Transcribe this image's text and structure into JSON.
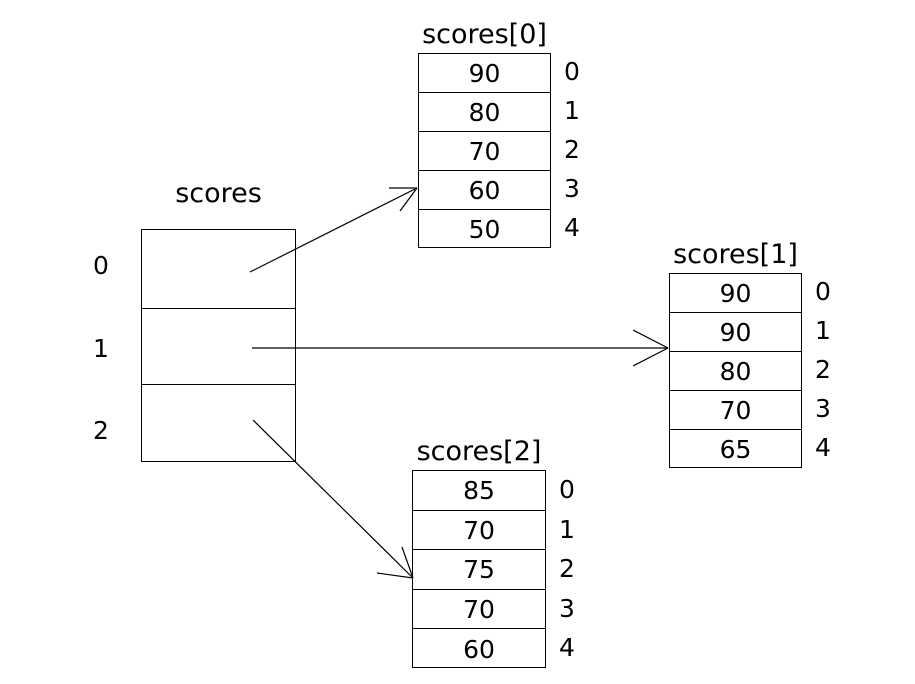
{
  "diagram": {
    "type": "array-of-arrays-pointer-diagram",
    "background_color": "#ffffff",
    "line_color": "#000000",
    "text_color": "#000000"
  },
  "pointer_array": {
    "title": "scores",
    "cell_count": 3,
    "index_labels": [
      "0",
      "1",
      "2"
    ],
    "cells": [
      "",
      "",
      ""
    ]
  },
  "arrays": [
    {
      "title": "scores[0]",
      "values": [
        "90",
        "80",
        "70",
        "60",
        "50"
      ],
      "index_labels": [
        "0",
        "1",
        "2",
        "3",
        "4"
      ]
    },
    {
      "title": "scores[1]",
      "values": [
        "90",
        "90",
        "80",
        "70",
        "65"
      ],
      "index_labels": [
        "0",
        "1",
        "2",
        "3",
        "4"
      ]
    },
    {
      "title": "scores[2]",
      "values": [
        "85",
        "70",
        "75",
        "70",
        "60"
      ],
      "index_labels": [
        "0",
        "1",
        "2",
        "3",
        "4"
      ]
    }
  ],
  "arrows": [
    {
      "name": "pointer-0-to-scores0",
      "from_cell": "0",
      "to_array": "scores[0]"
    },
    {
      "name": "pointer-1-to-scores1",
      "from_cell": "1",
      "to_array": "scores[1]"
    },
    {
      "name": "pointer-2-to-scores2",
      "from_cell": "2",
      "to_array": "scores[2]"
    }
  ]
}
